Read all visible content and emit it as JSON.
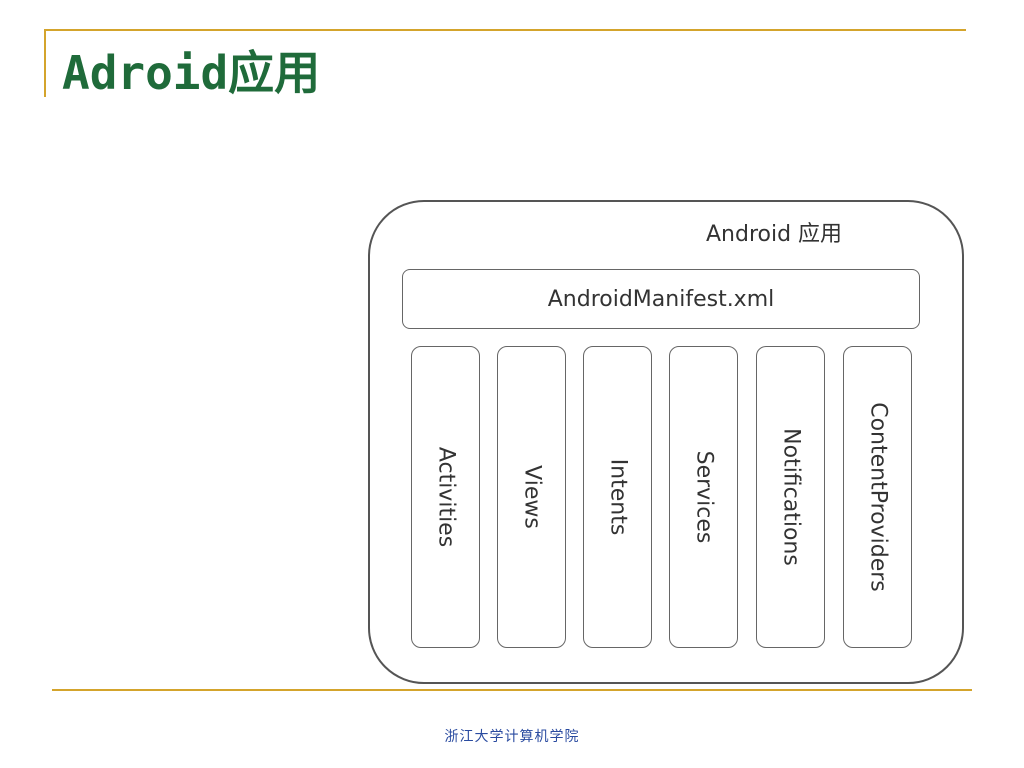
{
  "slide": {
    "title": "Adroid应用",
    "footer": "浙江大学计算机学院"
  },
  "diagram": {
    "container_label": "Android 应用",
    "manifest_label": "AndroidManifest.xml",
    "components": [
      {
        "label": "Activities"
      },
      {
        "label": "Views"
      },
      {
        "label": "Intents"
      },
      {
        "label": "Services"
      },
      {
        "label": "Notifications"
      },
      {
        "label": "ContentProviders"
      }
    ]
  },
  "colors": {
    "title": "#1f6b3a",
    "rule": "#d4a42c",
    "footer": "#2a4ba0",
    "diagram_stroke": "#555555"
  }
}
